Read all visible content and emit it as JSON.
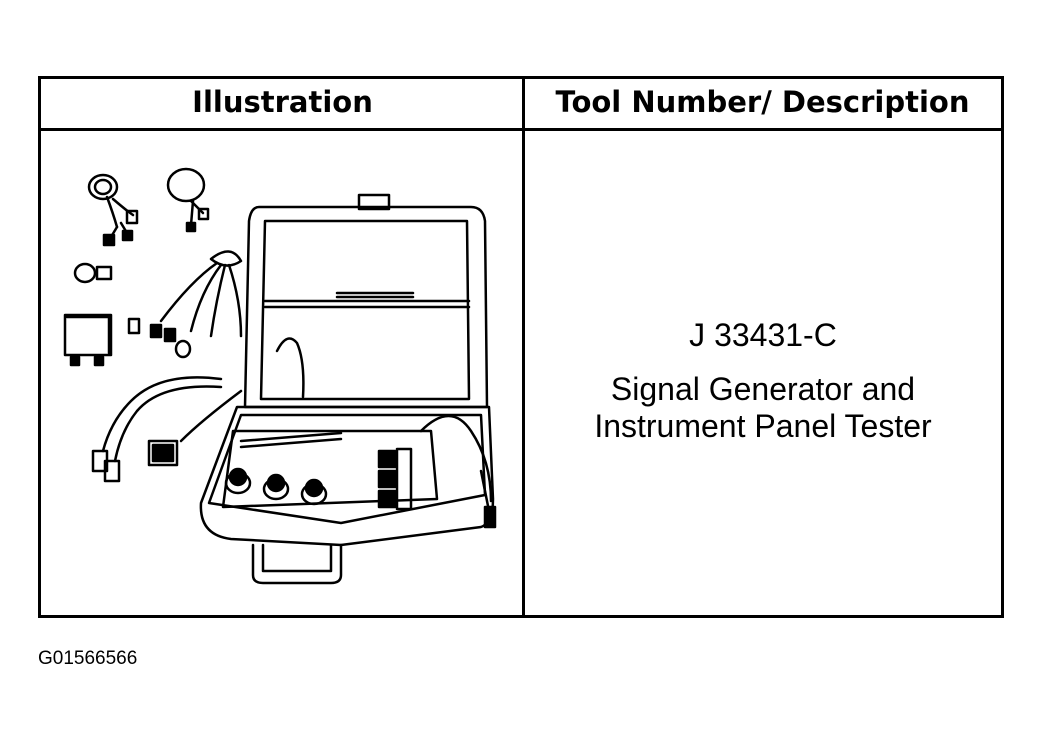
{
  "table": {
    "headers": {
      "illustration": "Illustration",
      "description": "Tool Number/ Description"
    },
    "rows": [
      {
        "illustration_icon": "signal-generator-case-icon",
        "tool_number": "J 33431-C",
        "description_lines": [
          "Signal Generator and",
          "Instrument Panel Tester"
        ]
      }
    ]
  },
  "figure_id": "G01566566"
}
